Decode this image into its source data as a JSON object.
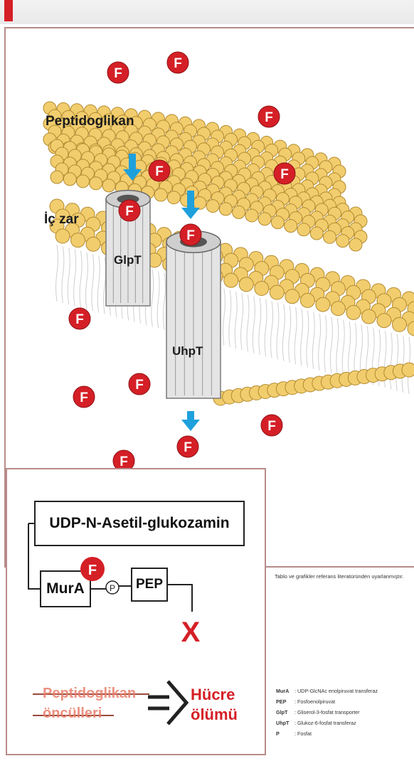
{
  "diagram": {
    "labels": {
      "peptidoglycan": "Peptidoglikan",
      "inner_membrane": "İç zar",
      "glpt": "GlpT",
      "uhpt": "UhpT"
    },
    "molecule_symbol": "F",
    "phosphate_symbol": "P",
    "pathway": {
      "substrate": "UDP-N-Asetil-glukozamin",
      "enzyme": "MurA",
      "cosubstrate": "PEP",
      "inhibition_mark": "X",
      "precursor_line1": "Peptidoglikan",
      "precursor_line2": "öncülleri",
      "outcome_line1": "Hücre",
      "outcome_line2": "ölümü"
    },
    "credit_text": "Tablo ve grafikler referans literatüründen uyarlanmıştır.",
    "legend": [
      {
        "abbr": "MurA",
        "desc": ": UDP-GlcNAc enolpiruvat transferaz"
      },
      {
        "abbr": "PEP",
        "desc": ": Fosfoenolpiruvat"
      },
      {
        "abbr": "GlpT",
        "desc": ": Gliserol-3-fosfat transporter"
      },
      {
        "abbr": "UhpT",
        "desc": ": Glukoz-6-fosfat transferaz"
      },
      {
        "abbr": "P",
        "desc": ": Fosfat"
      }
    ]
  },
  "colors": {
    "accent_red": "#d51f26",
    "lipid_head": "#f2cd6e",
    "lipid_edge": "#b28a2e",
    "transporter_gray": "#e4e4e4",
    "arrow_blue": "#1ea0dc",
    "frame": "#b88a8a"
  },
  "icons": [
    "fosfomycin-molecule-icon",
    "inward-arrow-icon",
    "phosphate-icon",
    "inhibition-x-icon",
    "double-arrow-icon"
  ]
}
